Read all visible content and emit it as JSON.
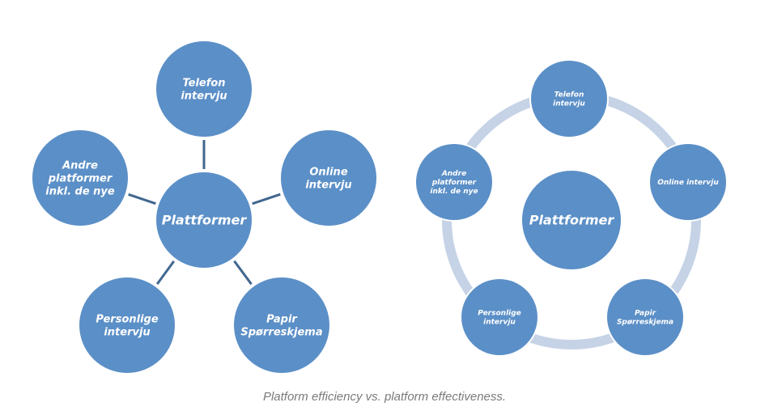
{
  "left_diagram": {
    "center": "Plattformer",
    "nodes": [
      [
        "Telefon",
        "intervju"
      ],
      [
        "Online",
        "intervju"
      ],
      [
        "Papir",
        "Spørreskjema"
      ],
      [
        "Personlige",
        "intervju"
      ],
      [
        "Andre",
        "platformer",
        "inkl. de nye"
      ]
    ]
  },
  "right_diagram": {
    "center": "Plattformer",
    "nodes": [
      [
        "Telefon",
        "intervju"
      ],
      [
        "Online intervju"
      ],
      [
        "Papir",
        "Spørreskjema"
      ],
      [
        "Personlige",
        "intervju"
      ],
      [
        "Andre",
        "platformer",
        "inkl. de nye"
      ]
    ]
  },
  "caption": "Platform efficiency vs. platform effectiveness.",
  "colors": {
    "node_fill": "#5b8fc7",
    "node_stroke": "#ffffff",
    "spoke": "#41678f",
    "ring": "#c6d3e6"
  }
}
